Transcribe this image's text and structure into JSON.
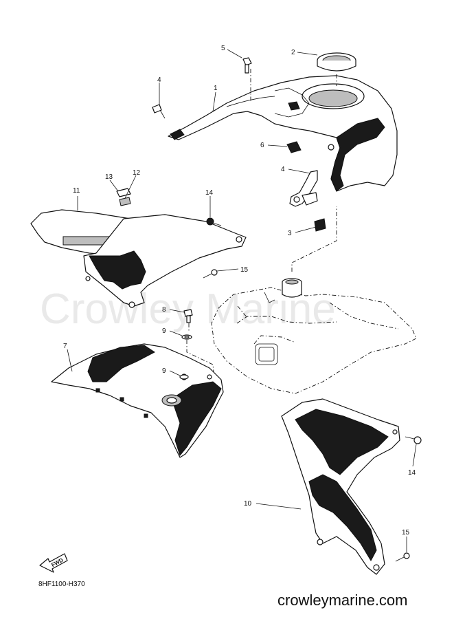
{
  "watermark": "Crowley Marine",
  "site_url": "crowleymarine.com",
  "diagram_code": "8HF1100-H370",
  "fwd_label": "FWD",
  "callouts": {
    "c1": "1",
    "c2": "2",
    "c3": "3",
    "c4a": "4",
    "c4b": "4",
    "c5": "5",
    "c6": "6",
    "c7": "7",
    "c8": "8",
    "c9a": "9",
    "c9b": "9",
    "c10": "10",
    "c11": "11",
    "c12": "12",
    "c13": "13",
    "c14a": "14",
    "c14b": "14",
    "c15a": "15",
    "c15b": "15"
  }
}
